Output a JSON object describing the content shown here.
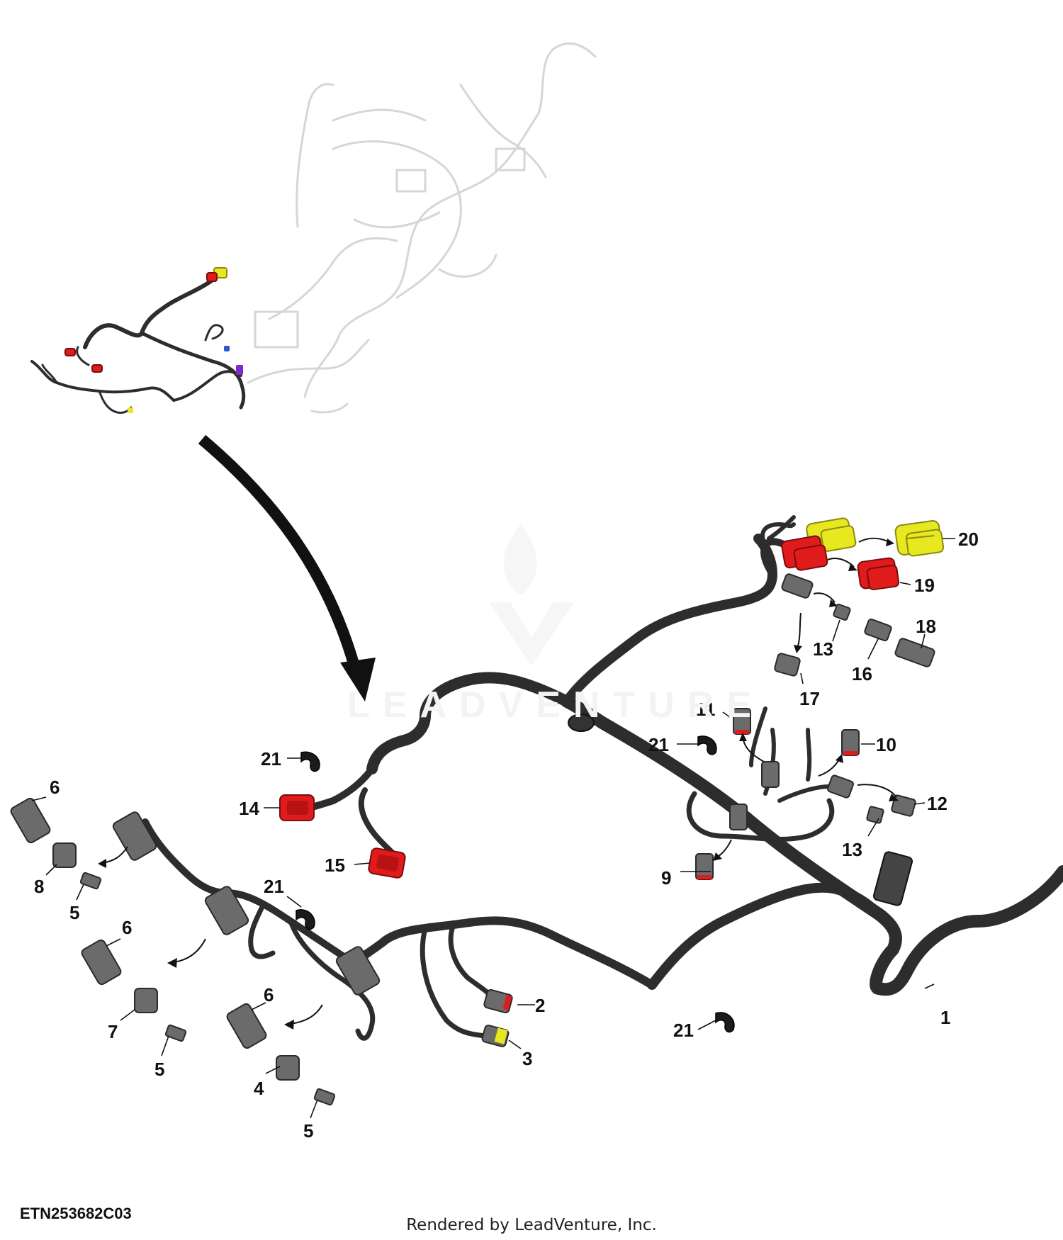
{
  "figure": {
    "id_code": "ETN253682C03",
    "credit": "Rendered by LeadVenture, Inc.",
    "watermark_text": "LEADVENTURE"
  },
  "colors": {
    "harness": "#2d2d2d",
    "connector_gray": "#6b6b6b",
    "connector_red": "#e01b1b",
    "connector_yellow": "#e8e820",
    "ghost_overview": "#d6d6d6"
  },
  "callouts": [
    {
      "label": "1"
    },
    {
      "label": "2"
    },
    {
      "label": "3"
    },
    {
      "label": "4"
    },
    {
      "label": "5"
    },
    {
      "label": "5"
    },
    {
      "label": "5"
    },
    {
      "label": "6"
    },
    {
      "label": "6"
    },
    {
      "label": "6"
    },
    {
      "label": "7"
    },
    {
      "label": "8"
    },
    {
      "label": "9"
    },
    {
      "label": "10"
    },
    {
      "label": "11"
    },
    {
      "label": "12"
    },
    {
      "label": "13"
    },
    {
      "label": "13"
    },
    {
      "label": "14"
    },
    {
      "label": "15"
    },
    {
      "label": "16"
    },
    {
      "label": "17"
    },
    {
      "label": "18"
    },
    {
      "label": "19"
    },
    {
      "label": "20"
    },
    {
      "label": "21"
    },
    {
      "label": "21"
    },
    {
      "label": "21"
    },
    {
      "label": "21"
    }
  ]
}
